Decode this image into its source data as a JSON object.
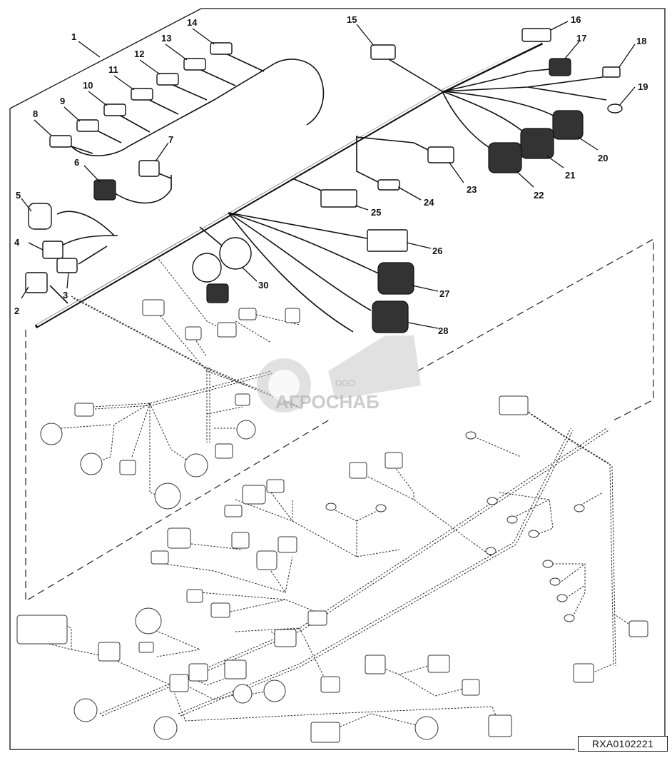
{
  "figure_code": "RXA0102221",
  "watermark": {
    "title": "АГРОСНАБ",
    "subtitle": "ООО"
  },
  "callouts": [
    "1",
    "2",
    "3",
    "4",
    "5",
    "6",
    "7",
    "8",
    "9",
    "10",
    "11",
    "12",
    "13",
    "14",
    "15",
    "16",
    "17",
    "18",
    "19",
    "20",
    "21",
    "22",
    "23",
    "24",
    "25",
    "26",
    "27",
    "28",
    "30"
  ]
}
